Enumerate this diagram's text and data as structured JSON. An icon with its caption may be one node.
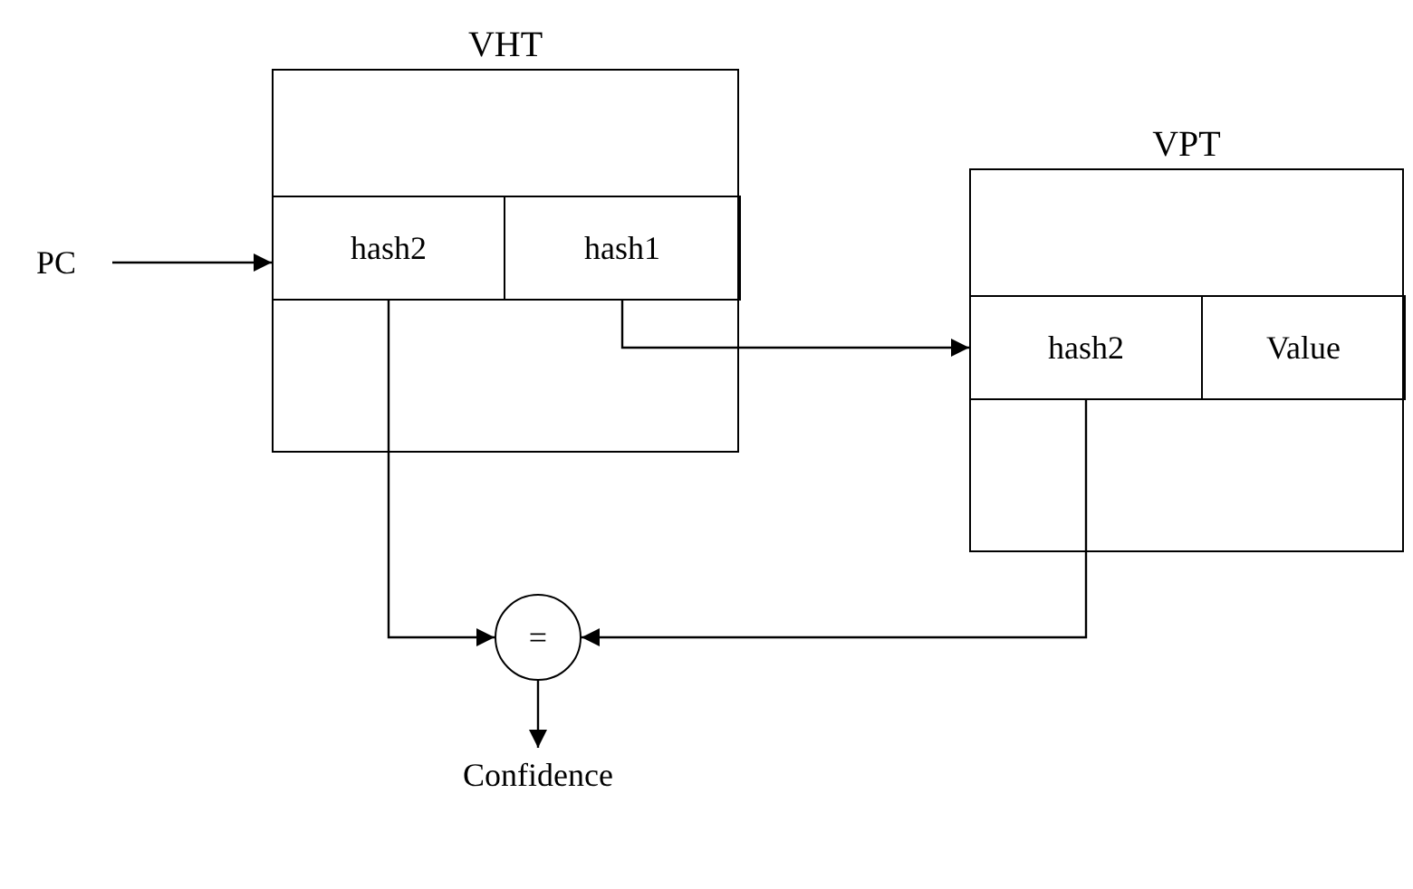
{
  "diagram": {
    "nodes": [
      {
        "text": [
          "VHT"
        ]
      },
      {
        "text": [
          "hash2"
        ],
        "in": 0
      },
      {
        "text": [
          "hash1"
        ],
        "in": 0
      },
      {
        "text": [
          "VPT"
        ]
      },
      {
        "text": [
          "hash2"
        ],
        "in": 3
      },
      {
        "text": [
          "Value"
        ],
        "in": 3
      },
      {
        "text": [
          "PC"
        ]
      },
      {
        "text": [
          "="
        ]
      },
      {
        "text": [
          "Confidence"
        ]
      }
    ],
    "edges": [
      {
        "from": 6,
        "to": 1,
        "arrow": "to"
      },
      {
        "from": 2,
        "to": 4,
        "arrow": "to"
      },
      {
        "from": 1,
        "to": 7,
        "arrow": "to"
      },
      {
        "from": 4,
        "to": 7,
        "arrow": "to"
      },
      {
        "from": 7,
        "to": 8,
        "arrow": "to"
      }
    ]
  }
}
